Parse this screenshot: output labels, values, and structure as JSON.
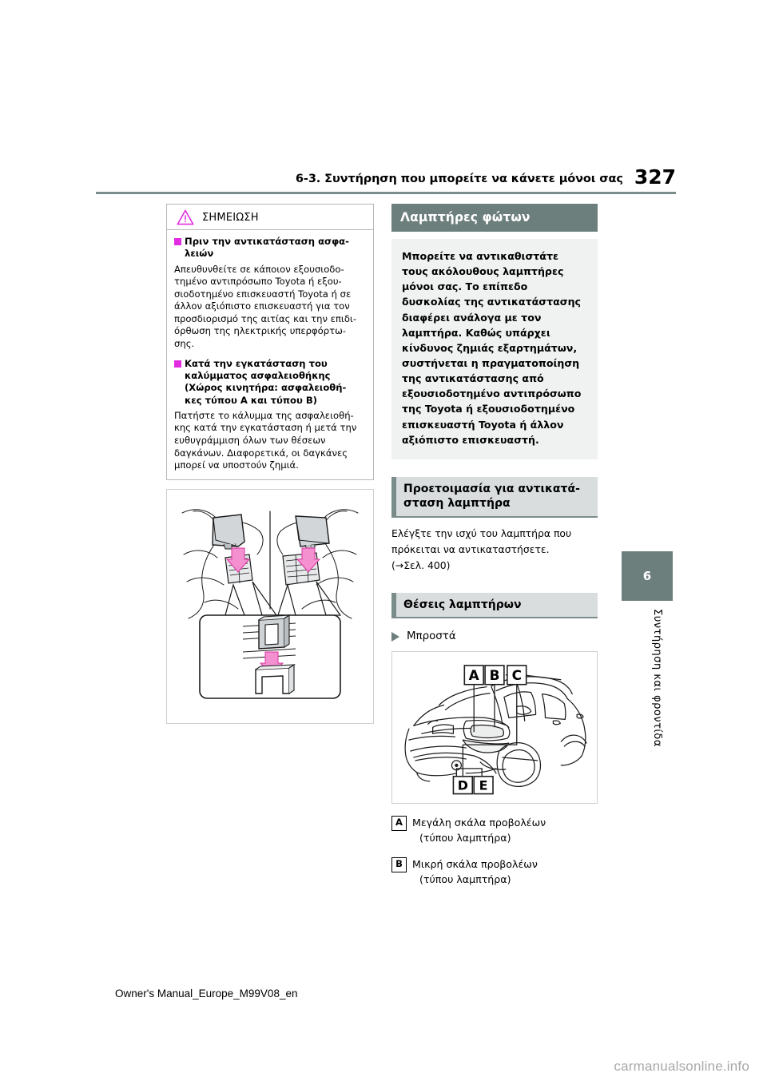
{
  "header": {
    "breadcrumb": "6-3. Συντήρηση που μπορείτε να κάνετε μόνοι σας",
    "page_number": "327"
  },
  "notice": {
    "title": "ΣΗΜΕΙΩΣΗ",
    "icon": "warning-triangle-icon",
    "icon_color": "#e22ce0",
    "blocks": [
      {
        "heading": "Πριν την αντικατάσταση ασφα-\nλειών",
        "text": "Απευθυνθείτε σε κάποιον εξουσιοδο-\nτημένο αντιπρόσωπο Toyota ή εξου-\nσιοδοτημένο επισκευαστή Toyota ή σε\nάλλον αξιόπιστο επισκευαστή για τον\nπροσδιορισμό της αιτίας και την επιδι-\nόρθωση της ηλεκτρικής υπερφόρτω-\nσης."
      },
      {
        "heading": "Κατά την εγκατάσταση του\nκαλύμματος ασφαλειοθήκης\n(Χώρος κινητήρα: ασφαλειοθή-\nκες τύπου A και τύπου B)",
        "text": "Πατήστε το κάλυμμα της ασφαλειοθή-\nκης κατά την εγκατάσταση ή μετά την\nευθυγράμμιση όλων των θέσεων\nδαγκάνων. Διαφορετικά, οι δαγκάνες\nμπορεί να υποστούν ζημιά."
      }
    ],
    "figure_name": "fuse-box-cover-installation-diagram"
  },
  "sections": {
    "bulbs_title": "Λαμπτήρες φώτων",
    "bulbs_intro": "Μπορείτε να αντικαθιστάτε τους ακόλουθους λαμπτήρες μόνοι σας. Το επίπεδο δυσκολίας της αντικατάστασης διαφέρει ανάλογα με τον λαμπτήρα. Καθώς υπάρχει κίνδυνος ζημιάς εξαρτημάτων, συστήνεται η πραγματοποίηση της αντικατάστασης από εξουσιοδοτημένο αντιπρόσωπο της Toyota ή εξουσιοδοτημένο επισκευαστή Toyota ή άλλον αξιόπιστο επισκευαστή.",
    "prep_title": "Προετοιμασία για αντικατά-\nσταση λαμπτήρα",
    "prep_text": "Ελέγξτε την ισχύ του λαμπτήρα που πρόκειται να αντικαταστήσετε.\n(→Σελ. 400)",
    "positions_title": "Θέσεις λαμπτήρων",
    "front_label": "Μπροστά",
    "car_figure_name": "front-bulb-locations-diagram",
    "car_callouts": [
      "A",
      "B",
      "C",
      "D",
      "E"
    ]
  },
  "legend": [
    {
      "key": "A",
      "line1": "Μεγάλη σκάλα προβολέων",
      "line2": "(τύπου λαμπτήρα)"
    },
    {
      "key": "B",
      "line1": "Μικρή σκάλα προβολέων",
      "line2": "(τύπου λαμπτήρα)"
    }
  ],
  "side_tab": {
    "number": "6",
    "label": "Συντήρηση και φροντίδα"
  },
  "footer": {
    "doc_code": "Owner's Manual_Europe_M99V08_en",
    "watermark": "carmanualsonline.info"
  },
  "colors": {
    "accent_bar": "#6d7f7d",
    "rule": "#7b8d8b",
    "panel_bg": "#f0f2f2",
    "subhead_bg": "#d9dddd",
    "magenta": "#e22ce0"
  }
}
